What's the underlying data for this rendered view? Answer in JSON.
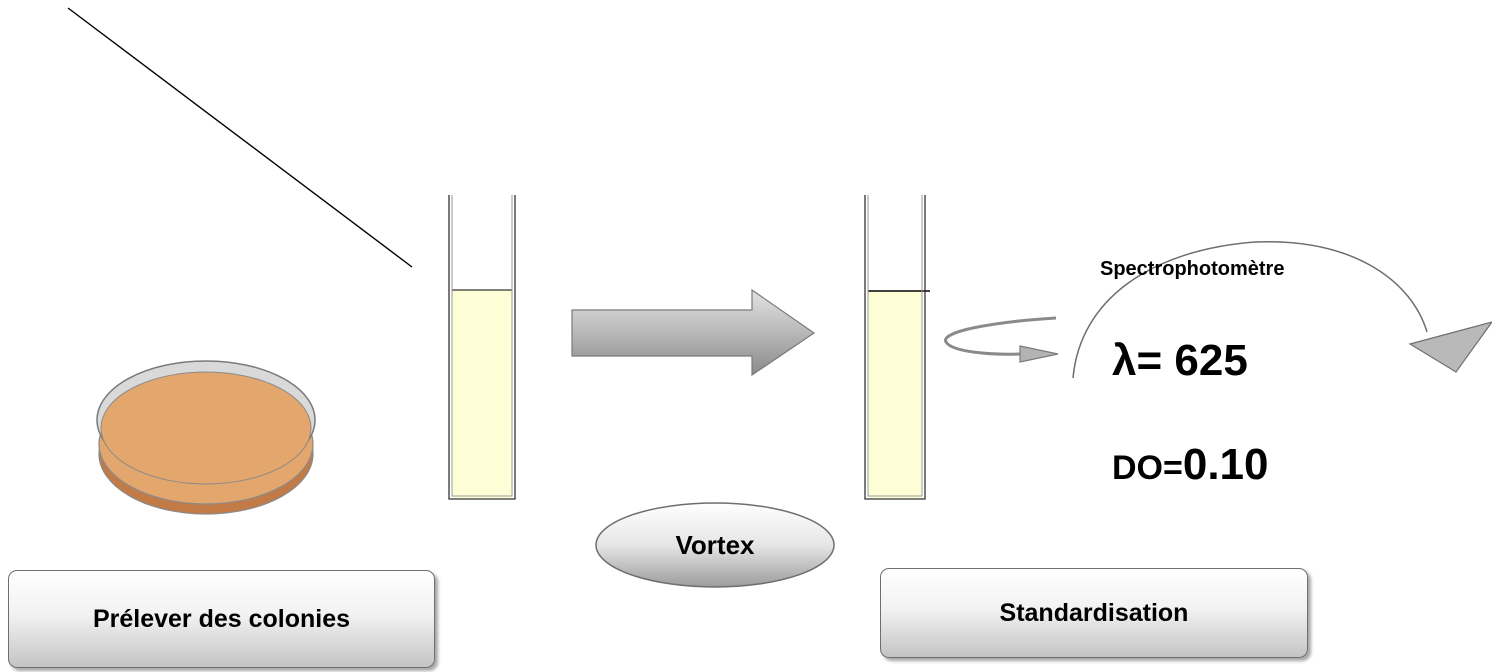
{
  "steps": {
    "step1_label": "Prélever des colonies",
    "step2_label": "Vortex",
    "step3_label": "Standardisation"
  },
  "spectro": {
    "instrument": "Spectrophotomètre",
    "wavelength": "λ= 625",
    "od_prefix": "DO=",
    "od_value": "0.10"
  },
  "colors": {
    "agar": "#e3a66c",
    "agar_rim": "#d08e55",
    "dish_lid": "#d9d9d9",
    "tube_liquid": "#fdfdd6",
    "arrow_gray": "#b3b3b3"
  }
}
